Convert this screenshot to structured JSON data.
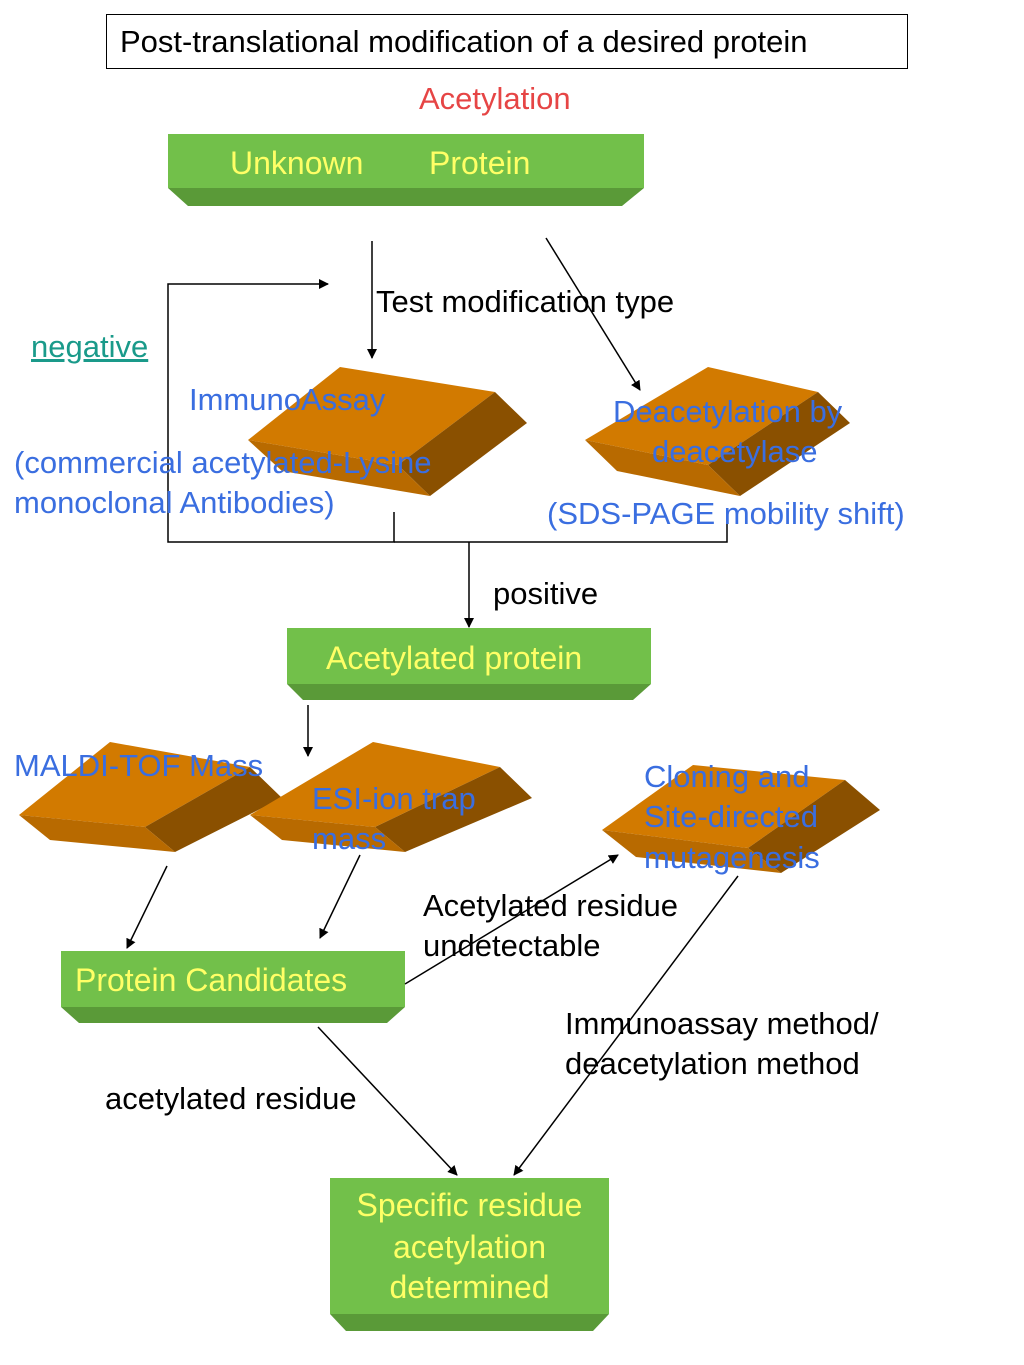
{
  "title": "Post-translational modification of a desired protein",
  "subtitle": "Acetylation",
  "nodes": {
    "unknown_protein": {
      "word1": "Unknown",
      "word2": "Protein"
    },
    "immunoassay": {
      "label": "ImmunoAssay",
      "detail_line1": "(commercial acetylated-Lysine",
      "detail_line2": "monoclonal  Antibodies)"
    },
    "deacetylation": {
      "line1": "Deacetylation  by",
      "line2": "deacetylase",
      "detail": "(SDS-PAGE mobility shift)"
    },
    "acetylated_protein": "Acetylated protein",
    "maldi": "MALDI-TOF Mass",
    "esi": {
      "line1": "ESI-ion trap",
      "line2": "mass"
    },
    "cloning": {
      "line1": "Cloning and",
      "line2": "Site-directed",
      "line3": "mutagenesis"
    },
    "protein_candidates": "Protein Candidates",
    "specific_residue": {
      "line1": "Specific residue",
      "line2": "acetylation",
      "line3": "determined"
    }
  },
  "edge_labels": {
    "test_type": "Test modification type",
    "negative": "negative",
    "positive": "positive",
    "undetectable_line1": "Acetylated residue",
    "undetectable_line2": "undetectable",
    "method_line1": "Immunoassay method/",
    "method_line2": "deacetylation method",
    "acetylated_residue": "acetylated residue"
  },
  "colors": {
    "green_box": "#72c04a",
    "green_bevel": "#5a9a38",
    "green_text": "#ffff66",
    "orange_top": "#d27a00",
    "orange_side": "#8a5000",
    "blue_text": "#3a6ee0",
    "red_text": "#e64545",
    "link_text": "#1a9a8a"
  }
}
